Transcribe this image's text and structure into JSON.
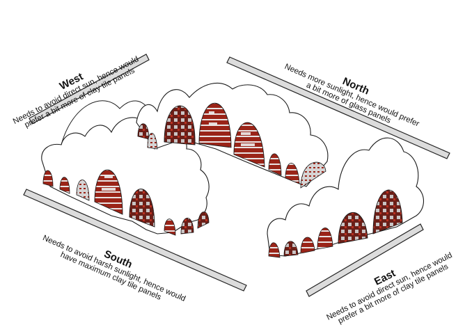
{
  "colors": {
    "clay": "#9a2418",
    "clay_dark": "#5a1a14",
    "glass": "#d9d9d9",
    "outline": "#1a1a1a",
    "wall_band": "#d8d8d8"
  },
  "west": {
    "heading": "West",
    "line1": "Needs to avoid direct sun, hence would",
    "line2": "prefer a bit more of clay tile panels"
  },
  "north": {
    "heading": "North",
    "line1": "Needs more sunlight, hence would prefer",
    "line2": "a bit more of glass panels"
  },
  "south": {
    "heading": "South",
    "line1": "Needs to avoid harsh sunlight, hence would",
    "line2": "have maximum clay tile panels"
  },
  "east": {
    "heading": "East",
    "line1": "Needs to avoid direct sun, hence would",
    "line2": "prefer a bit more of clay tile panels"
  }
}
